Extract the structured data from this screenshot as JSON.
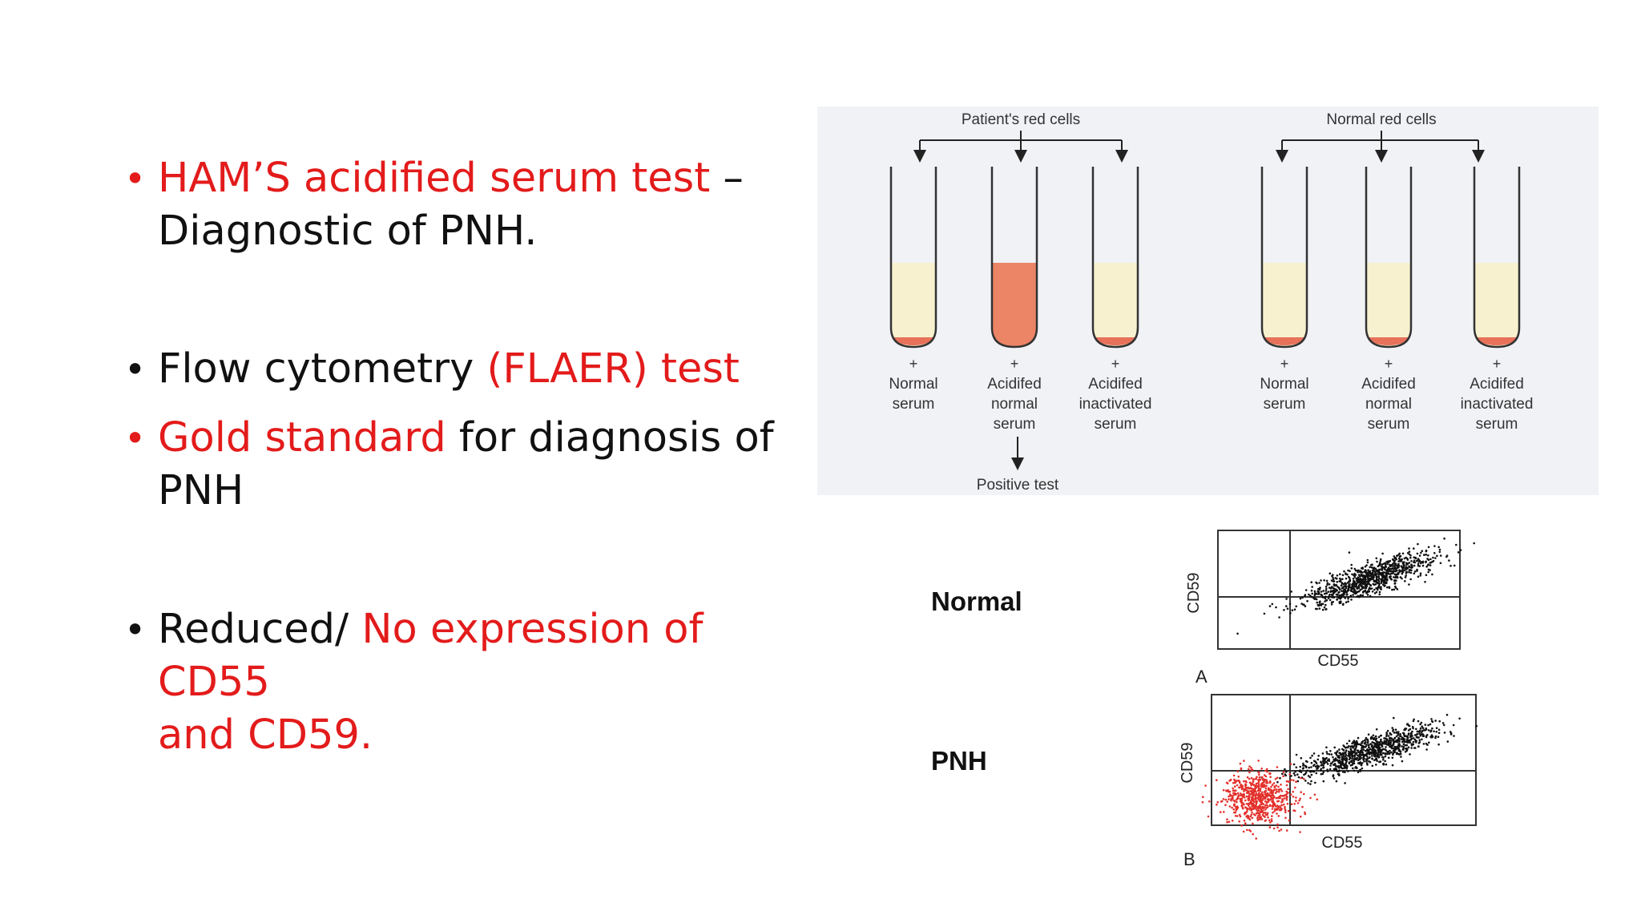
{
  "bullets": [
    {
      "parts": [
        {
          "text": "HAM’S acidified serum test",
          "color": "red"
        },
        {
          "text": " –\nDiagnostic of PNH.",
          "color": "black"
        }
      ],
      "bullet_color": "red"
    },
    {
      "parts": [
        {
          "text": "Flow cytometry ",
          "color": "black"
        },
        {
          "text": "(FLAER) test",
          "color": "red"
        }
      ],
      "bullet_color": "black"
    },
    {
      "parts": [
        {
          "text": "Gold standard",
          "color": "red"
        },
        {
          "text": " for diagnosis of\nPNH",
          "color": "black"
        }
      ],
      "bullet_color": "red"
    },
    {
      "parts": [
        {
          "text": "Reduced/ ",
          "color": "black"
        },
        {
          "text": "No expression of CD55\nand CD59.",
          "color": "red"
        }
      ],
      "bullet_color": "black"
    }
  ],
  "ham_figure": {
    "group1_title": "Patient's red cells",
    "group2_title": "Normal red cells",
    "tubes": [
      {
        "plus": "+",
        "label": [
          "Normal",
          "serum"
        ],
        "lysis": "clear"
      },
      {
        "plus": "+",
        "label": [
          "Acidifed",
          "normal",
          "serum"
        ],
        "lysis": "lysed"
      },
      {
        "plus": "+",
        "label": [
          "Acidifed",
          "inactivated",
          "serum"
        ],
        "lysis": "clear"
      },
      {
        "plus": "+",
        "label": [
          "Normal",
          "serum"
        ],
        "lysis": "clear"
      },
      {
        "plus": "+",
        "label": [
          "Acidifed",
          "normal",
          "serum"
        ],
        "lysis": "clear"
      },
      {
        "plus": "+",
        "label": [
          "Acidifed",
          "inactivated",
          "serum"
        ],
        "lysis": "clear"
      }
    ],
    "result_label": "Positive test"
  },
  "flow_figure": {
    "panels": [
      {
        "title": "Normal",
        "panel_letter": "A",
        "x_axis": "CD55",
        "y_axis": "CD59"
      },
      {
        "title": "PNH",
        "panel_letter": "B",
        "x_axis": "CD55",
        "y_axis": "CD59"
      }
    ]
  },
  "colors": {
    "accent_red": "#e31b1b",
    "text": "#111111",
    "lysed": "#ec8466",
    "serum": "#f7f1cf",
    "pellet": "#e8715a"
  }
}
